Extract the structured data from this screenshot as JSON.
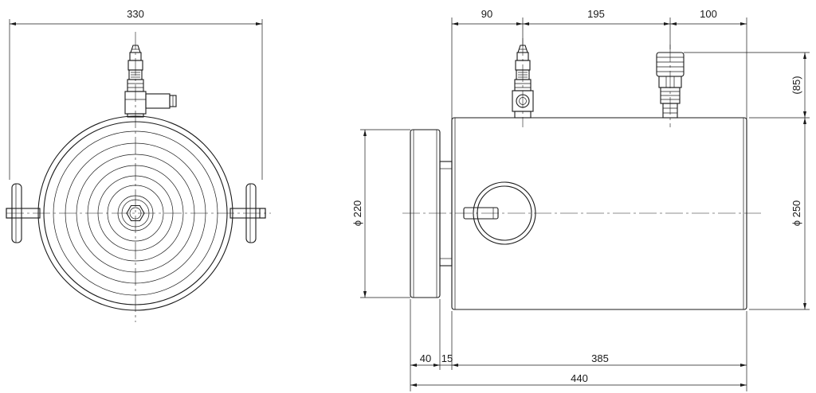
{
  "drawing": {
    "front_view": {
      "width_dim": "330"
    },
    "side_view": {
      "top_dims": [
        "90",
        "195",
        "100"
      ],
      "coupler_height_dim": "(85)",
      "left_diameter_dim": "ϕ 220",
      "right_diameter_dim": "ϕ 250",
      "bottom_dims": [
        "40",
        "15",
        "385"
      ],
      "overall_length_dim": "440"
    }
  }
}
